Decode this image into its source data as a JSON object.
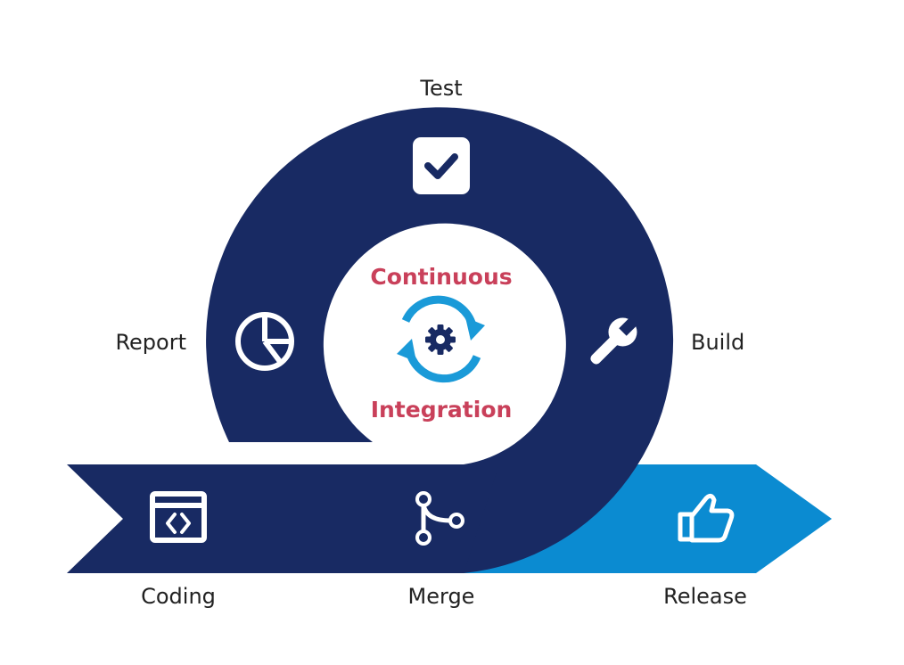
{
  "center": {
    "top_text": "Continuous",
    "bottom_text": "Integration",
    "icon": "cycle-gear-icon"
  },
  "stages": {
    "test": {
      "label": "Test",
      "icon": "checkbox-icon"
    },
    "build": {
      "label": "Build",
      "icon": "wrench-icon"
    },
    "report": {
      "label": "Report",
      "icon": "pie-chart-icon"
    },
    "coding": {
      "label": "Coding",
      "icon": "code-window-icon"
    },
    "merge": {
      "label": "Merge",
      "icon": "git-merge-icon"
    },
    "release": {
      "label": "Release",
      "icon": "thumbs-up-icon"
    }
  },
  "colors": {
    "navy": "#182a63",
    "release_blue": "#0b8bd1",
    "accent_red": "#c9405a",
    "cycle_blue": "#1a9ad8"
  }
}
